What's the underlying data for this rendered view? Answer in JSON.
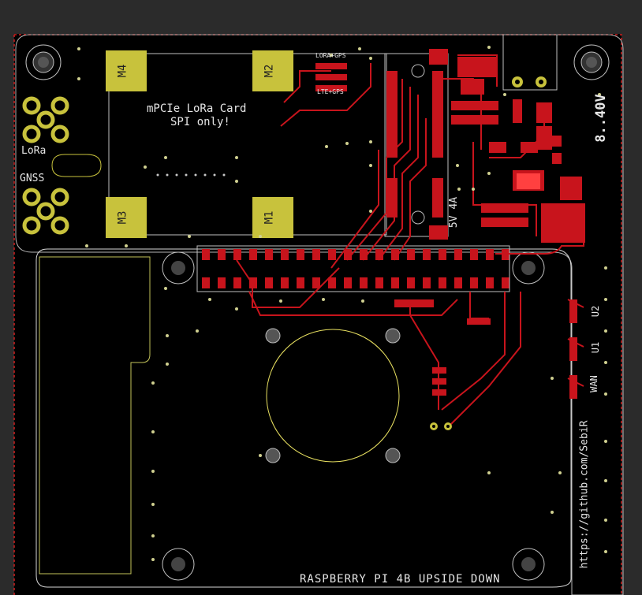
{
  "board": {
    "title": "RASPBERRY PI 4B UPSIDE DOWN",
    "url_label": "https://github.com/SebiR",
    "voltage_label": "8..40V",
    "lora_card_title": "mPCIe LoRa Card",
    "lora_card_sub": "SPI only!",
    "label_lora": "LoRa",
    "label_gnss": "GNSS",
    "label_lora_gps": "LORA+GPS",
    "label_lte_gps": "LTE+GPS",
    "label_5v4a": "5V 4A",
    "label_wan": "WAN",
    "label_u1": "U1",
    "label_u2": "U2",
    "label_m1": "M1",
    "label_m2": "M2",
    "label_m3": "M3",
    "label_m4": "M4"
  },
  "colors": {
    "background": "#2b2b2b",
    "board": "#000000",
    "copper": "#c8141c",
    "pad_gold": "#c8c23c",
    "silk": "#e6e6e6",
    "edge": "#d12020"
  }
}
